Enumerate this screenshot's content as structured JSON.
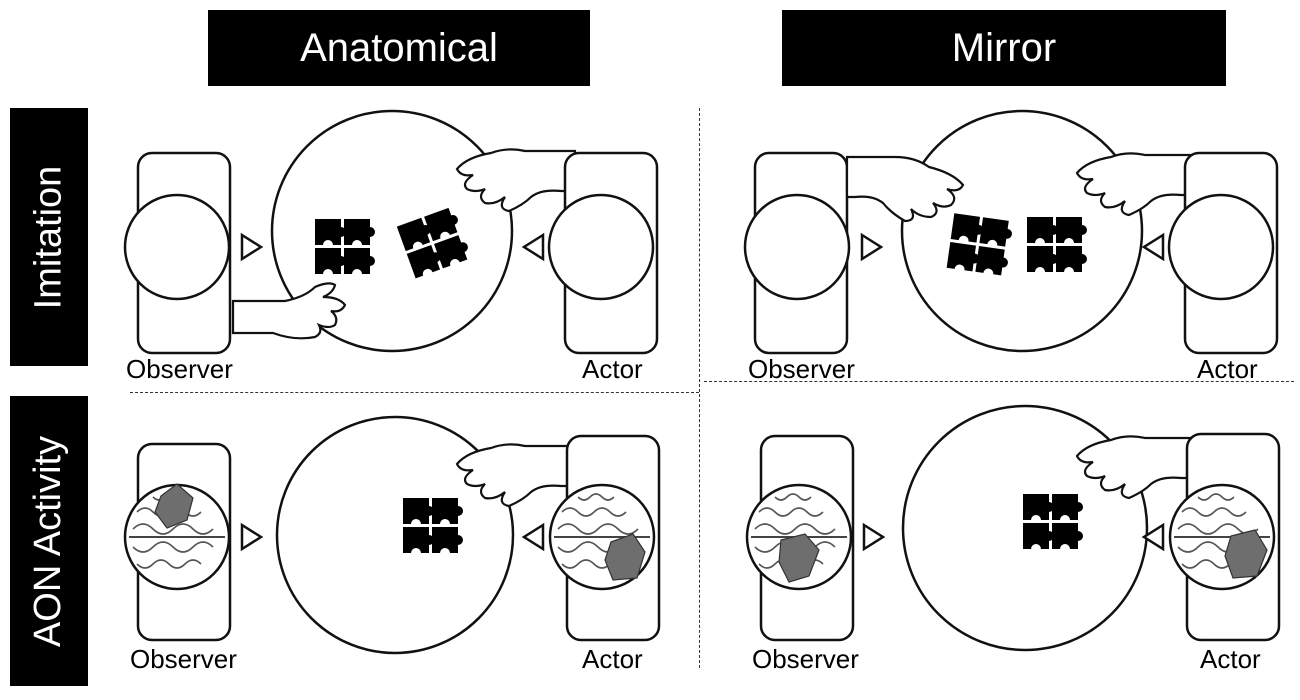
{
  "columns": {
    "anatomical": "Anatomical",
    "mirror": "Mirror"
  },
  "rows": {
    "imitation": "Imitation",
    "aon_activity": "AON Activity"
  },
  "roles": {
    "observer": "Observer",
    "actor": "Actor"
  },
  "colors": {
    "ink": "#000000",
    "header_fill": "#000000",
    "header_text": "#ffffff",
    "activation": "#6e6e6e",
    "outline": "#111111"
  }
}
